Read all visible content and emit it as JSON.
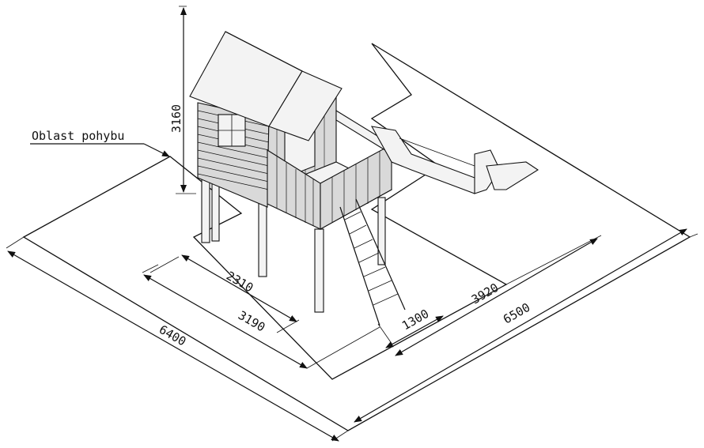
{
  "diagram": {
    "area_label": "Oblast pohybu",
    "dimensions": {
      "height": "3160",
      "d2310": "2310",
      "d3190": "3190",
      "d6400": "6400",
      "d1300": "1300",
      "d3920": "3920",
      "d6500": "6500"
    }
  }
}
